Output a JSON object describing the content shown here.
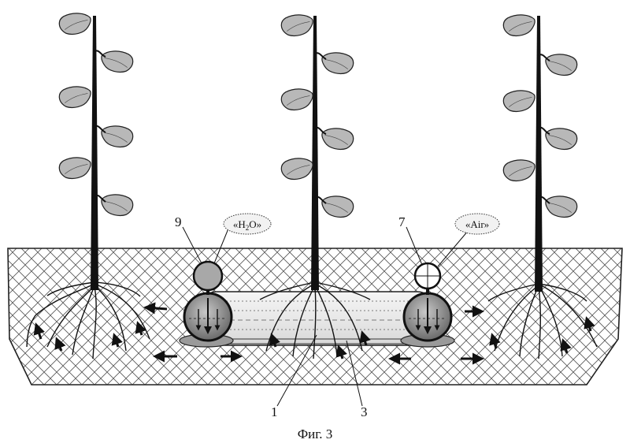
{
  "figure": {
    "caption": "Фиг. 3",
    "labels": {
      "nine": "9",
      "seven": "7",
      "one": "1",
      "three": "3"
    },
    "bubbles": {
      "water": {
        "prefix": "«H",
        "sub": "2",
        "suffix": "O»"
      },
      "air": "«Air»"
    }
  }
}
